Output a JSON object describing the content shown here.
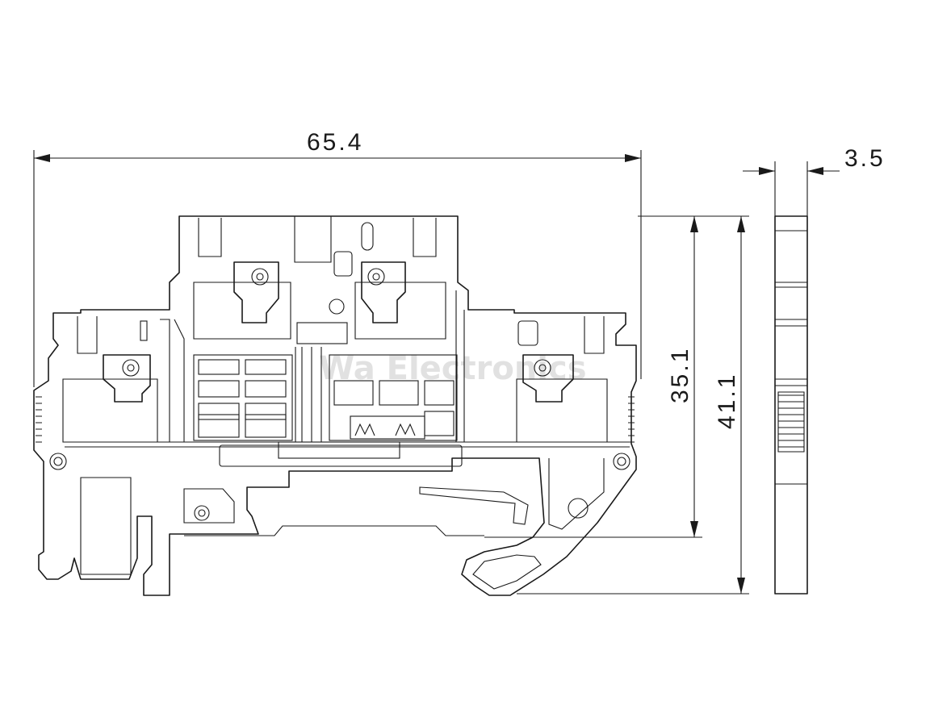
{
  "dimensions": {
    "width": "65.4",
    "depth": "3.5",
    "height_to_rail": "35.1",
    "total_height": "41.1"
  },
  "watermark": "Wa Electronics"
}
